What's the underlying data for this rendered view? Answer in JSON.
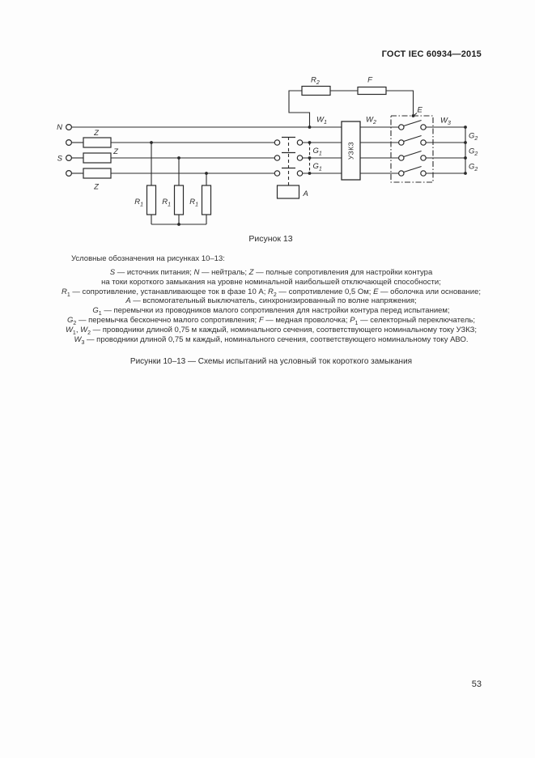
{
  "header": {
    "standard": "ГОСТ IEC 60934—2015"
  },
  "figure": {
    "caption": "Рисунок 13",
    "block_uzkz": "УЗКЗ",
    "labels": {
      "N": "N",
      "S": "S",
      "Z": "Z",
      "F": "F",
      "E": "E",
      "A": "A",
      "R_base": "R",
      "R1_sub": "1",
      "R2_sub": "2",
      "G_base": "G",
      "G1_sub": "1",
      "G2_sub": "2",
      "W_base": "W",
      "W1_sub": "1",
      "W2_sub": "2",
      "W3_sub": "3"
    }
  },
  "legend": {
    "intro": "Условные обозначения на рисунках 10–13:",
    "lines": [
      [
        {
          "v": "S"
        },
        " — источник питания; ",
        {
          "v": "N"
        },
        " — нейтраль; ",
        {
          "v": "Z"
        },
        " — полные сопротивления для настройки контура"
      ],
      [
        "на токи короткого замыкания на уровне номинальной наибольшей отключающей способности;"
      ],
      [
        {
          "v": "R",
          "s": "1"
        },
        " — сопротивление, устанавливающее ток в фазе 10 А; ",
        {
          "v": "R",
          "s": "2"
        },
        " — сопротивление 0,5 Ом; ",
        {
          "v": "E"
        },
        " — оболочка или основание;"
      ],
      [
        {
          "v": "A"
        },
        " — вспомогательный выключатель, синхронизированный по волне напряжения;"
      ],
      [
        {
          "v": "G",
          "s": "1"
        },
        " — перемычки из проводников малого сопротивления для настройки контура перед испытанием;"
      ],
      [
        {
          "v": "G",
          "s": "2"
        },
        " — перемычка бесконечно малого сопротивления; ",
        {
          "v": "F"
        },
        " — медная проволочка; ",
        {
          "v": "P",
          "s": "1"
        },
        " — селекторный переключатель;"
      ],
      [
        {
          "v": "W",
          "s": "1"
        },
        ", ",
        {
          "v": "W",
          "s": "2"
        },
        " — проводники длиной 0,75 м каждый, номинального сечения, соответствующего номинальному току УЗКЗ;"
      ],
      [
        {
          "v": "W",
          "s": "3"
        },
        " — проводники длиной 0,75 м каждый, номинального сечения, соответствующего номинальному току АВО."
      ]
    ]
  },
  "captions": {
    "figures_range": "Рисунки 10–13 — Схемы испытаний на условный ток короткого замыкания"
  },
  "footer": {
    "page_number": "53"
  }
}
